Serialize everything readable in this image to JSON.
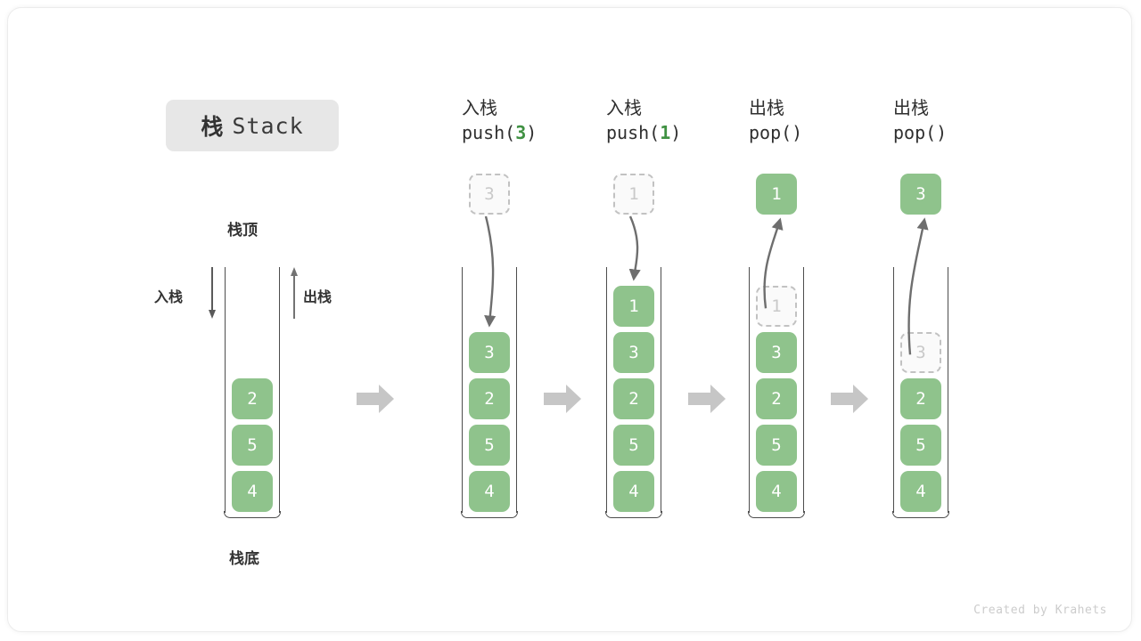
{
  "title": {
    "cjk": "栈",
    "english": "Stack"
  },
  "labels": {
    "top": "栈顶",
    "bottom": "栈底",
    "push_side": "入栈",
    "pop_side": "出栈"
  },
  "watermark": "Created by Krahets",
  "colors": {
    "element": "#8fc38c",
    "element_text": "#ffffff",
    "ghost_border": "#c2c2c2",
    "ghost_text": "#c9c9c9",
    "arg_accent": "#3f9142",
    "step_arrow": "#c6c6c6",
    "badge_bg": "#e7e7e7",
    "wall": "#4d4d4d",
    "motion_arrow": "#6e6e6e"
  },
  "initial_stack": {
    "name": "initial",
    "cells": [
      {
        "value": "2",
        "state": "solid"
      },
      {
        "value": "5",
        "state": "solid"
      },
      {
        "value": "4",
        "state": "solid"
      }
    ]
  },
  "steps": [
    {
      "id": "push-3",
      "op_cjk": "入栈",
      "op_code_prefix": "push(",
      "op_code_arg": "3",
      "op_code_suffix": ")",
      "floating": {
        "value": "3",
        "state": "ghost"
      },
      "motion": "down",
      "cells": [
        {
          "value": "3",
          "state": "solid"
        },
        {
          "value": "2",
          "state": "solid"
        },
        {
          "value": "5",
          "state": "solid"
        },
        {
          "value": "4",
          "state": "solid"
        }
      ]
    },
    {
      "id": "push-1",
      "op_cjk": "入栈",
      "op_code_prefix": "push(",
      "op_code_arg": "1",
      "op_code_suffix": ")",
      "floating": {
        "value": "1",
        "state": "ghost"
      },
      "motion": "down",
      "cells": [
        {
          "value": "1",
          "state": "solid"
        },
        {
          "value": "3",
          "state": "solid"
        },
        {
          "value": "2",
          "state": "solid"
        },
        {
          "value": "5",
          "state": "solid"
        },
        {
          "value": "4",
          "state": "solid"
        }
      ]
    },
    {
      "id": "pop-1",
      "op_cjk": "出栈",
      "op_code_prefix": "pop(",
      "op_code_arg": "",
      "op_code_suffix": ")",
      "floating": {
        "value": "1",
        "state": "solid"
      },
      "motion": "up",
      "cells": [
        {
          "value": "1",
          "state": "ghost"
        },
        {
          "value": "3",
          "state": "solid"
        },
        {
          "value": "2",
          "state": "solid"
        },
        {
          "value": "5",
          "state": "solid"
        },
        {
          "value": "4",
          "state": "solid"
        }
      ]
    },
    {
      "id": "pop-3",
      "op_cjk": "出栈",
      "op_code_prefix": "pop(",
      "op_code_arg": "",
      "op_code_suffix": ")",
      "floating": {
        "value": "3",
        "state": "solid"
      },
      "motion": "up",
      "cells": [
        {
          "value": "3",
          "state": "ghost"
        },
        {
          "value": "2",
          "state": "solid"
        },
        {
          "value": "5",
          "state": "solid"
        },
        {
          "value": "4",
          "state": "solid"
        }
      ]
    }
  ]
}
